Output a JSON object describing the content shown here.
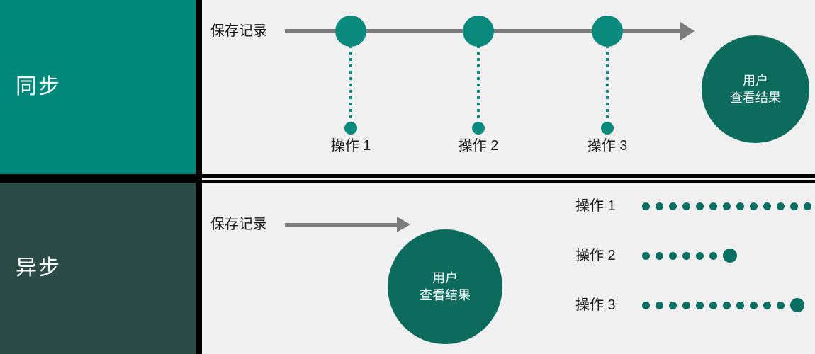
{
  "theme": {
    "background": "#f0f0f0",
    "sync_panel_color": "#00897b",
    "async_panel_color": "#2b4b46",
    "node_teal": "#0a8a7c",
    "circle_teal": "#0d6b5e",
    "dot_teal": "#0a6f63",
    "arrow_gray": "#7c7c7c",
    "text_color": "#1a1a1a",
    "divider_color": "#000000"
  },
  "sidebar": {
    "items": [
      {
        "id": "sync",
        "label": "同步"
      },
      {
        "id": "async",
        "label": "异步"
      }
    ]
  },
  "sync_section": {
    "flow_label": "保存记录",
    "timeline_nodes": [
      {
        "caption": "操作 1"
      },
      {
        "caption": "操作 2"
      },
      {
        "caption": "操作 3"
      }
    ],
    "user_circle": {
      "line1": "用户",
      "line2": "查看结果"
    }
  },
  "async_section": {
    "flow_label": "保存记录",
    "user_circle": {
      "line1": "用户",
      "line2": "查看结果"
    },
    "progress_rows": [
      {
        "label": "操作 1",
        "dots": 14
      },
      {
        "label": "操作 2",
        "dots": 6
      },
      {
        "label": "操作 3",
        "dots": 11
      }
    ]
  }
}
